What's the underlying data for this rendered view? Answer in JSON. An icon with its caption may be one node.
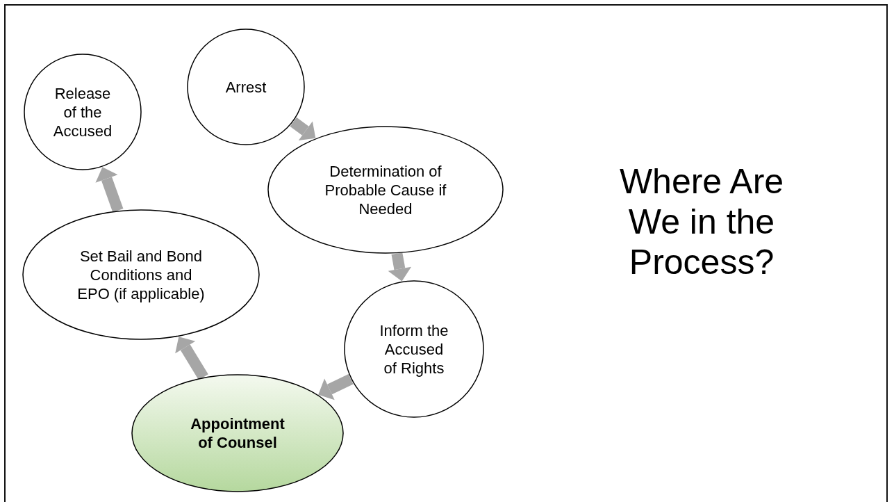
{
  "diagram": {
    "title": "Where Are We in the Process?",
    "nodes": [
      {
        "text": [
          "Release of the Accused"
        ]
      },
      {
        "text": [
          "Arrest"
        ]
      },
      {
        "text": [
          "Determination of Probable Cause if Needed"
        ]
      },
      {
        "text": [
          "Inform the Accused of Rights"
        ]
      },
      {
        "text": [
          "Appointment of Counsel"
        ]
      },
      {
        "text": [
          "Set Bail and Bond Conditions and EPO (if applicable)"
        ]
      }
    ],
    "edges": [
      {
        "from": 1,
        "to": 2,
        "arrow": "to"
      },
      {
        "from": 2,
        "to": 3,
        "arrow": "to"
      },
      {
        "from": 3,
        "to": 4,
        "arrow": "to"
      },
      {
        "from": 4,
        "to": 5,
        "arrow": "to"
      },
      {
        "from": 5,
        "to": 0,
        "arrow": "to"
      }
    ]
  }
}
